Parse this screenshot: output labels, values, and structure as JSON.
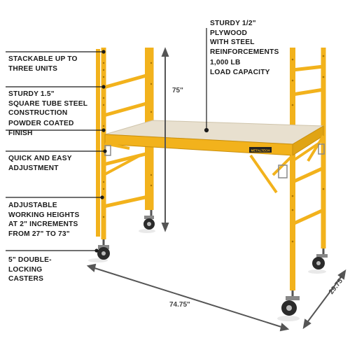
{
  "callouts": {
    "stackable": "STACKABLE UP TO\nTHREE UNITS",
    "construction": "STURDY 1.5\"\nSQUARE TUBE STEEL\nCONSTRUCTION",
    "finish": "POWDER COATED\nFINISH",
    "adjustment": "QUICK AND EASY\nADJUSTMENT",
    "heights": "ADJUSTABLE\nWORKING HEIGHTS\nAT 2\" INCREMENTS\nFROM 27\" TO 73\"",
    "casters": "5\" DOUBLE-\nLOCKING\nCASTERS",
    "plywood": "STURDY 1/2\"\nPLYWOOD\nWITH STEEL\nREINFORCEMENTS",
    "capacity": "1,000 LB\nLOAD CAPACITY"
  },
  "dimensions": {
    "height": "75\"",
    "width": "74.75\"",
    "depth": "29.75\""
  },
  "brand": "METALTECH",
  "colors": {
    "frame": "#f2b21c",
    "frame_dark": "#c98e0a",
    "plywood": "#e8e0cf",
    "line": "#1a1a1a",
    "dimension_line": "#555555"
  }
}
